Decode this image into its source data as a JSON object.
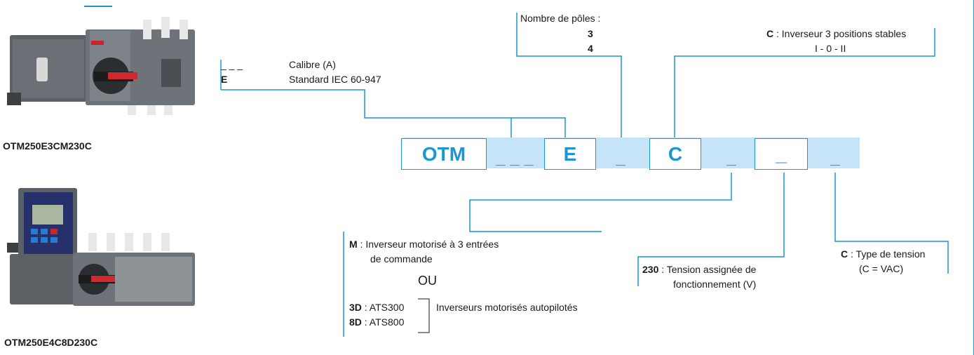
{
  "products": [
    {
      "label": "OTM250E3CM230C"
    },
    {
      "label": "OTM250E4C8D230C"
    }
  ],
  "code": {
    "segments": [
      "OTM",
      "_ _ _",
      "E",
      "_",
      "C",
      "_",
      "_",
      "_"
    ]
  },
  "calibre": {
    "placeholder": "_ _ _",
    "placeholder_text": "Calibre (A)",
    "e_code": "E",
    "e_text": "Standard IEC 60-947"
  },
  "poles": {
    "title": "Nombre de pôles :",
    "v3": "3",
    "v4": "4"
  },
  "inverseur": {
    "code": "C",
    "text": " : Inverseur 3 positions stables",
    "positions": "I - 0 - II"
  },
  "motor": {
    "code": "M",
    "line1": " : Inverseur motorisé à 3 entrées",
    "line2": "de commande",
    "or": "OU",
    "ats1_code": "3D",
    "ats1_text": " : ATS300",
    "ats2_code": "8D",
    "ats2_text": " : ATS800",
    "ats_note": "Inverseurs motorisés autopilotés"
  },
  "voltage": {
    "code": "230",
    "line1": " : Tension assignée de",
    "line2": "fonctionnement (V)"
  },
  "tension_type": {
    "code": "C",
    "line1": " : Type de tension",
    "line2": "(C = VAC)"
  },
  "colors": {
    "accent": "#1a96d4",
    "band": "#c6e4f7"
  }
}
